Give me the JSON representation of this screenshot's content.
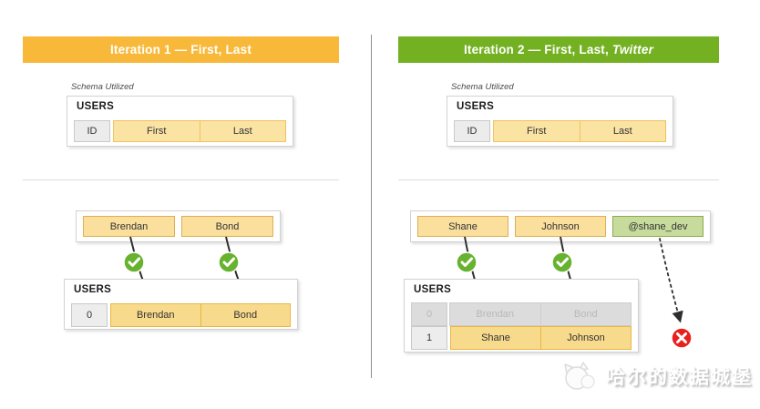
{
  "panels": [
    {
      "title_prefix": "Iteration 1 — First, Last",
      "title_italic": "",
      "schema_label": "Schema Utilized",
      "schema_table": {
        "name": "USERS",
        "columns": [
          "ID",
          "First",
          "Last"
        ]
      },
      "inputs": [
        {
          "text": "Brendan",
          "type": "yellow"
        },
        {
          "text": "Bond",
          "type": "yellow"
        }
      ],
      "result_table": {
        "name": "USERS",
        "rows": [
          {
            "cells": [
              "0",
              "Brendan",
              "Bond"
            ],
            "state": "highlight"
          }
        ]
      }
    },
    {
      "title_prefix": "Iteration 2 — First, Last, ",
      "title_italic": "Twitter",
      "schema_label": "Schema Utilized",
      "schema_table": {
        "name": "USERS",
        "columns": [
          "ID",
          "First",
          "Last"
        ]
      },
      "inputs": [
        {
          "text": "Shane",
          "type": "yellow"
        },
        {
          "text": "Johnson",
          "type": "yellow"
        },
        {
          "text": "@shane_dev",
          "type": "green"
        }
      ],
      "result_table": {
        "name": "USERS",
        "rows": [
          {
            "cells": [
              "0",
              "Brendan",
              "Bond"
            ],
            "state": "muted"
          },
          {
            "cells": [
              "1",
              "Shane",
              "Johnson"
            ],
            "state": "highlight"
          }
        ]
      }
    }
  ],
  "icons": {
    "success": "checkmark-icon",
    "failure": "error-x-icon",
    "logo": "cat-logo-icon"
  },
  "colors": {
    "banner_yellow": "#F8B93B",
    "banner_green": "#74B122",
    "check_green": "#67B22E",
    "error_red": "#E8201E",
    "schema_cell_yellow": "#FBE3A4",
    "data_cell_yellow": "#F8DA8C",
    "input_yellow": "#FADF9D",
    "twitter_green": "#C7DB9C",
    "muted_gray": "#DCDCDC"
  },
  "watermark": {
    "text": "哈尔的数据城堡"
  }
}
